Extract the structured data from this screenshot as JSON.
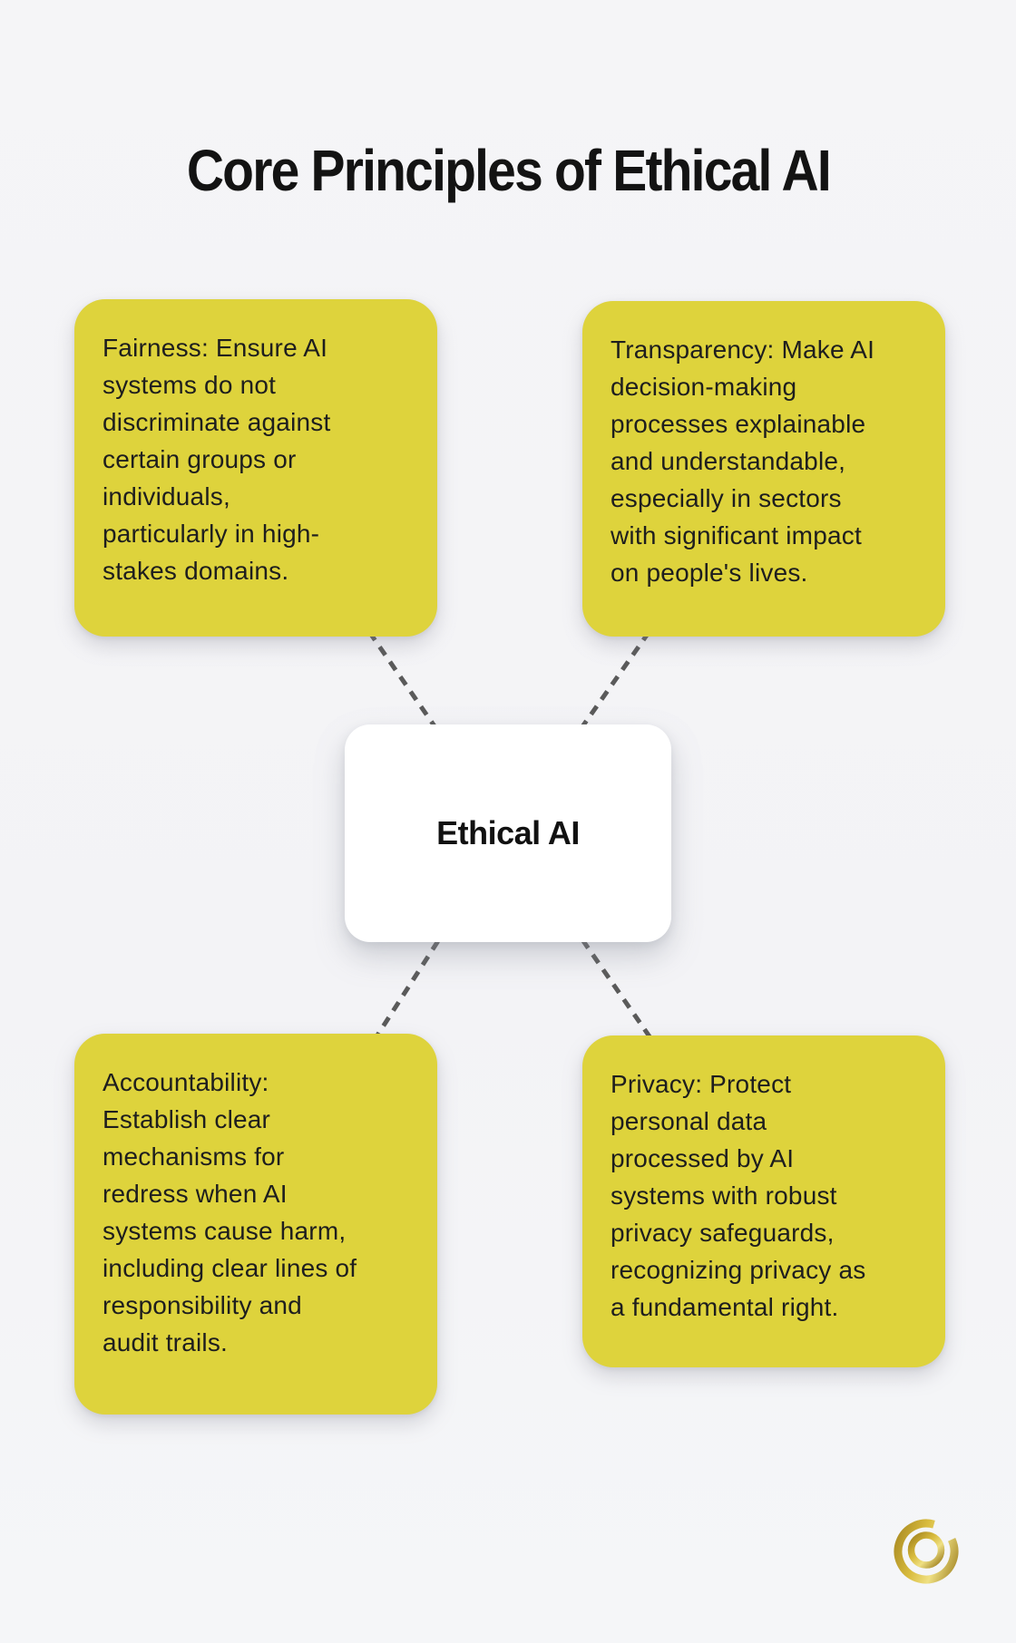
{
  "title": "Core Principles of Ethical AI",
  "center": {
    "label": "Ethical AI"
  },
  "cards": {
    "fairness": {
      "text": "Fairness: Ensure AI\nsystems do not\ndiscriminate against\ncertain groups or\nindividuals,\nparticularly in high-\nstakes domains."
    },
    "transparency": {
      "text": "Transparency: Make AI\ndecision-making\nprocesses explainable\nand understandable,\nespecially in sectors\nwith significant impact\non people's lives."
    },
    "accountability": {
      "text": "Accountability:\nEstablish clear\nmechanisms for\nredress when AI\nsystems cause harm,\nincluding clear lines of\nresponsibility and\naudit trails."
    },
    "privacy": {
      "text": "Privacy: Protect\npersonal data\nprocessed by AI\nsystems with robust\nprivacy safeguards,\nrecognizing privacy as\na fundamental right."
    }
  },
  "colors": {
    "background": "#f4f4f6",
    "card_yellow": "#ded33c",
    "center_white": "#ffffff",
    "connector_gray": "#5a5a5a",
    "text_dark": "#1e1e1e",
    "logo_gold_dark": "#9b7c1b",
    "logo_gold_light": "#efe083"
  },
  "icons": {
    "brand_logo": "gold-q-emblem"
  }
}
